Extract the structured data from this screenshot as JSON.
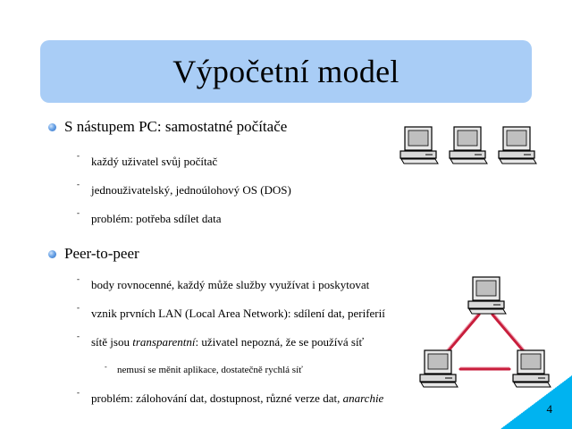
{
  "slide": {
    "title": "Výpočetní model",
    "section1": {
      "heading": "S nástupem PC: samostatné počítače",
      "items": [
        "každý uživatel svůj počítač",
        "jednouživatelský, jednoúlohový OS (DOS)",
        "problém: potřeba sdílet data"
      ]
    },
    "section2": {
      "heading": "Peer-to-peer",
      "items": [
        "body rovnocenné, každý může služby využívat i poskytovat",
        "vznik prvních LAN (Local Area Network): sdílení dat, periferií"
      ],
      "transparent_pre": "sítě jsou ",
      "transparent_em": "transparentní",
      "transparent_post": ": uživatel nepozná, že se používá síť",
      "sub_item": "nemusí se měnit aplikace, dostatečně rychlá síť",
      "last_pre": "problém: zálohování dat, dostupnost, různé verze dat, ",
      "last_em": "anarchie"
    },
    "page_number": "4"
  },
  "icons": {
    "bullet": "blue-sphere-bullet-icon",
    "computer": "desktop-computer-icon"
  },
  "colors": {
    "title_bg": "#a9cdf6",
    "bullet": "#4a8ad8",
    "network_link": "#c81e3c",
    "corner": "#00b3f0"
  }
}
